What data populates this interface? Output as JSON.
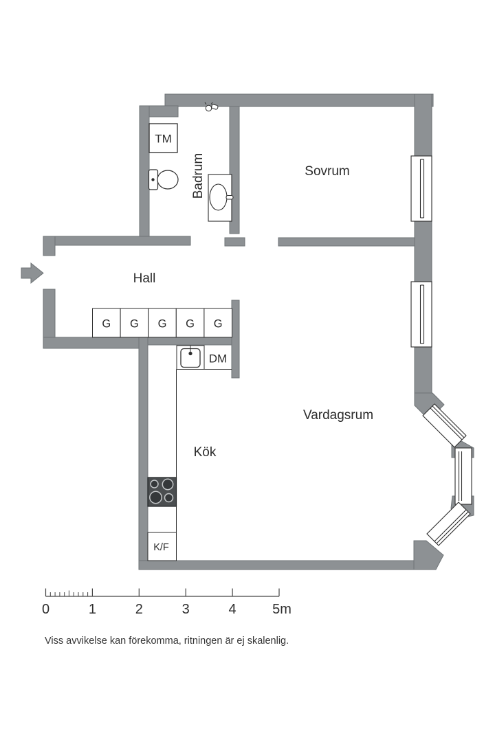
{
  "rooms": {
    "sovrum": "Sovrum",
    "badrum": "Badrum",
    "hall": "Hall",
    "kok": "Kök",
    "vardagsrum": "Vardagsrum"
  },
  "fixtures": {
    "washing_machine": "TM",
    "dishwasher": "DM",
    "fridge_freezer": "K/F",
    "wardrobes": [
      "G",
      "G",
      "G",
      "G",
      "G"
    ]
  },
  "scalebar": {
    "tick_labels": [
      "0",
      "1",
      "2",
      "3",
      "4",
      "5m"
    ]
  },
  "disclaimer": "Viss avvikelse kan förekomma, ritningen är ej skalenlig.",
  "colors": {
    "wall": "#8d9194",
    "wall_outline": "#6e7376",
    "fixture_outline": "#2c2c2c",
    "stove": "#4b4e50",
    "text": "#2b2b2b",
    "background": "#ffffff"
  }
}
